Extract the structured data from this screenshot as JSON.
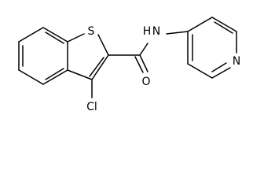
{
  "molecule": {
    "atoms": {
      "sulfur": "S",
      "amide_nitrogen": "N",
      "amide_hydrogen": "H",
      "carbonyl_oxygen": "O",
      "pyridine_nitrogen": "N",
      "chlorine": "Cl"
    }
  }
}
